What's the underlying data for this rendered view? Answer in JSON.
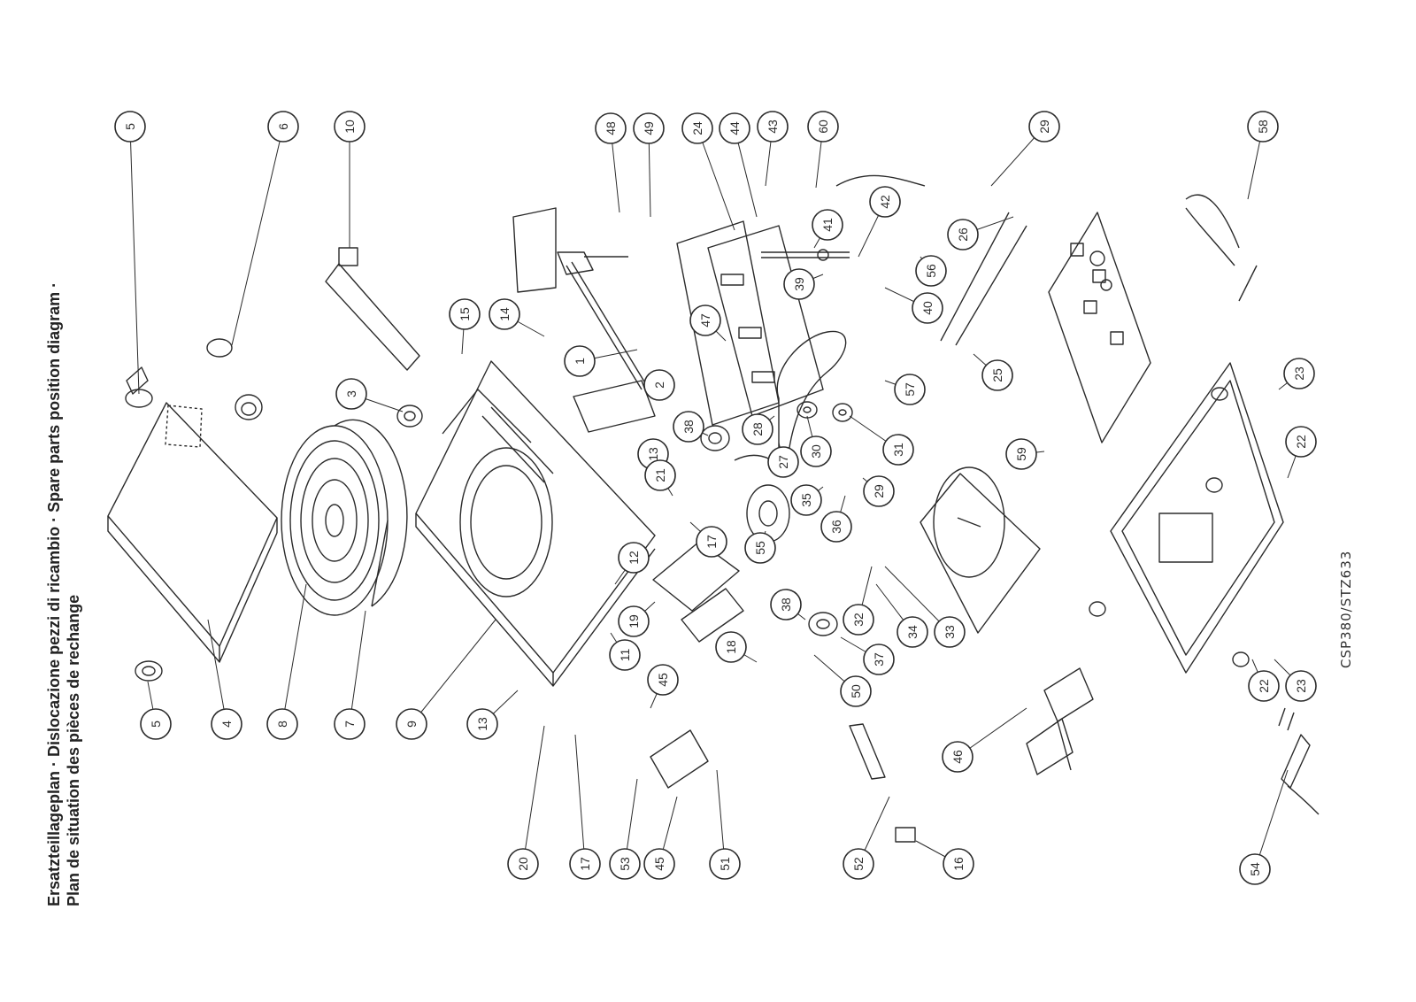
{
  "title": {
    "line1": "Ersatzteillageplan · Dislocazione pezzi di ricambio · Spare parts position diagram ·",
    "line2": "Plan de situation des pièces de rechange"
  },
  "model_code": "CSP380/STZ633",
  "callouts": [
    "5",
    "6",
    "10",
    "48",
    "49",
    "24",
    "44",
    "43",
    "60",
    "29",
    "58",
    "42",
    "41",
    "26",
    "15",
    "14",
    "39",
    "56",
    "40",
    "47",
    "3",
    "1",
    "2",
    "25",
    "57",
    "38",
    "28",
    "31",
    "30",
    "27",
    "23",
    "22",
    "13",
    "21",
    "35",
    "29",
    "36",
    "59",
    "17",
    "55",
    "12",
    "11",
    "19",
    "32",
    "34",
    "33",
    "18",
    "37",
    "50",
    "45",
    "46",
    "5",
    "4",
    "8",
    "7",
    "9",
    "13",
    "20",
    "17",
    "53",
    "45",
    "51",
    "52",
    "16",
    "54",
    "38",
    "22",
    "23"
  ],
  "colors": {
    "ink": "#2b2b2b",
    "callout_fill": "#ffffff",
    "background": "#ffffff"
  }
}
